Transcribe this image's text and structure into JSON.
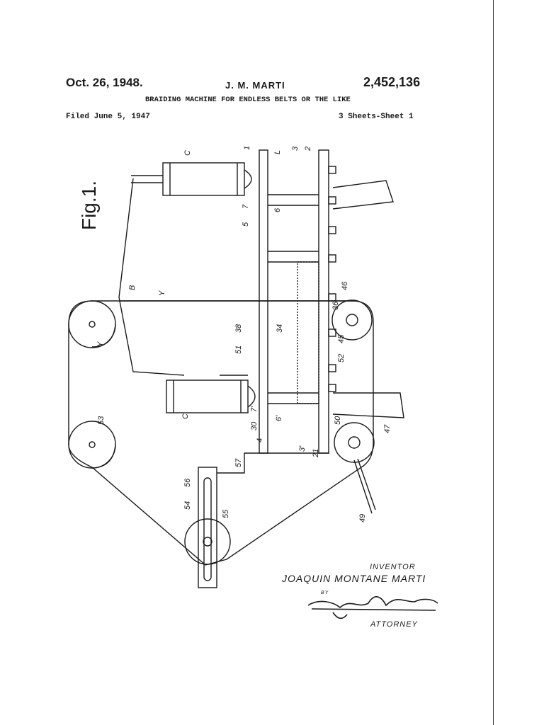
{
  "header": {
    "date": "Oct. 26, 1948.",
    "inventor": "J. M. MARTI",
    "patent_number": "2,452,136",
    "title": "BRAIDING MACHINE FOR ENDLESS BELTS OR THE LIKE",
    "filed": "Filed June 5, 1947",
    "sheets": "3 Sheets-Sheet 1"
  },
  "figure": {
    "label": "Fig.1.",
    "numerals": [
      "C",
      "1",
      "L",
      "3",
      "2",
      "7",
      "6",
      "5",
      "B",
      "Y",
      "36",
      "38",
      "34",
      "51",
      "46",
      "45",
      "52",
      "Y",
      "C",
      "7'",
      "30",
      "6'",
      "4",
      "3'",
      "21",
      "50",
      "47",
      "53",
      "57",
      "56",
      "54",
      "55",
      "49"
    ]
  },
  "signature_block": {
    "inventor_label": "INVENTOR",
    "inventor_name": "JOAQUIN MONTANE MARTI",
    "by": "BY",
    "signature": "George K. Hellwig",
    "attorney_label": "ATTORNEY"
  }
}
